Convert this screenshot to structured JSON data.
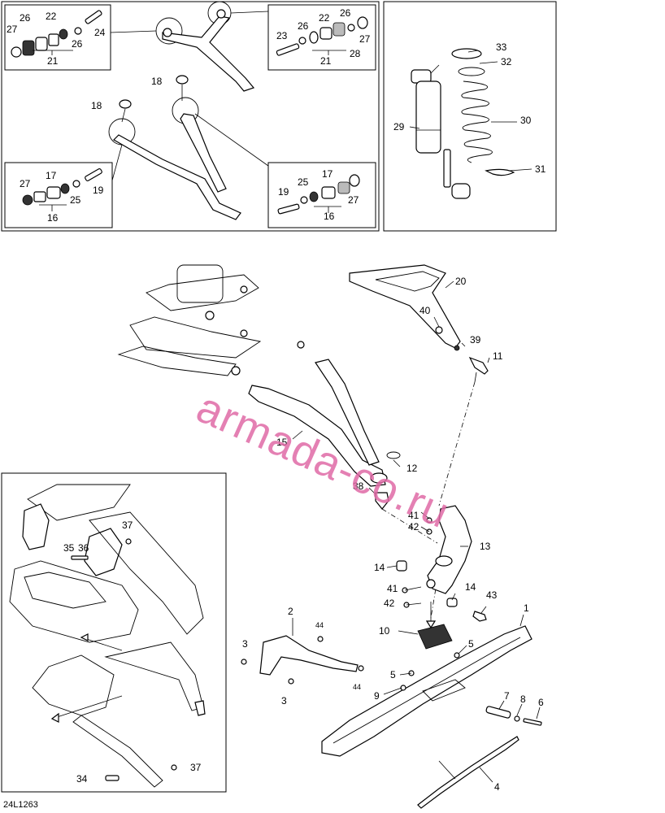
{
  "figure": {
    "reference": "24L1263",
    "watermark": "armada-co.ru"
  },
  "callouts": {
    "bushing_upper_left": [
      "26",
      "22",
      "27",
      "26",
      "24",
      "21"
    ],
    "bushing_upper_right": [
      "22",
      "26",
      "23",
      "26",
      "27",
      "28",
      "21"
    ],
    "upper_arm": [
      "18",
      "18"
    ],
    "bushing_lower_left": [
      "17",
      "27",
      "25",
      "19",
      "16"
    ],
    "bushing_lower_right": [
      "17",
      "25",
      "19",
      "27",
      "16"
    ],
    "shock": [
      "33",
      "32",
      "29",
      "30",
      "31"
    ],
    "main": [
      "20",
      "40",
      "39",
      "11",
      "15",
      "12",
      "38",
      "41",
      "42",
      "13",
      "14",
      "41",
      "42",
      "14",
      "43",
      "1",
      "10",
      "5",
      "2",
      "44",
      "3",
      "3",
      "44",
      "5",
      "9",
      "7",
      "8",
      "6",
      "4"
    ],
    "inset": [
      "37",
      "35",
      "36",
      "34",
      "37"
    ]
  }
}
